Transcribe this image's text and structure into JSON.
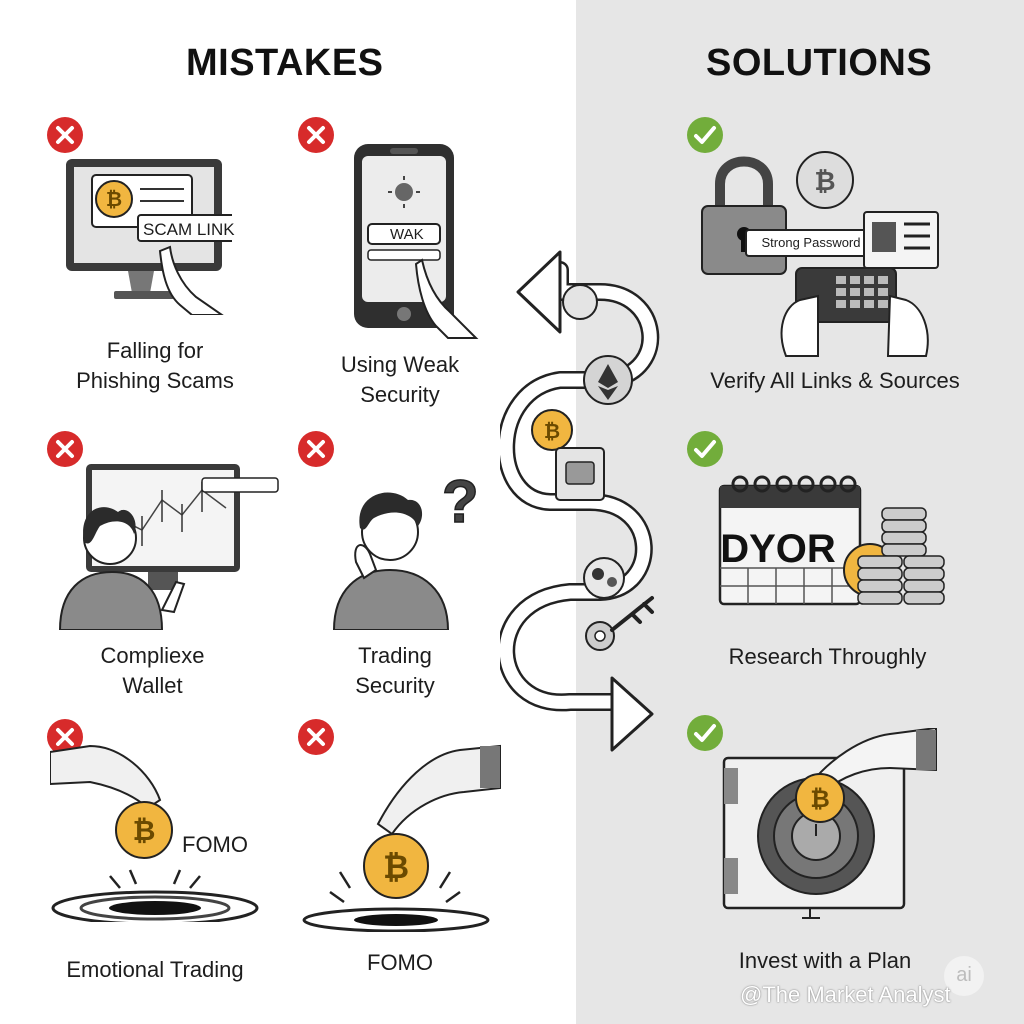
{
  "headings": {
    "mistakes": "MISTAKES",
    "solutions": "SOLUTIONS"
  },
  "mistakes": [
    {
      "label_lines": [
        "Falling for",
        "Phishing Scams"
      ],
      "callout": "SCAM LINK",
      "icon": "phishing-monitor-icon"
    },
    {
      "label_lines": [
        "Using Weak",
        "Security"
      ],
      "callout": "WAK",
      "icon": "weak-password-phone-icon"
    },
    {
      "label_lines": [
        "Compliexe",
        "Wallet"
      ],
      "callout": "",
      "icon": "trading-monitor-icon"
    },
    {
      "label_lines": [
        "Trading",
        "Security"
      ],
      "callout": "",
      "icon": "confused-person-icon"
    },
    {
      "label_lines": [
        "Emotional Trading"
      ],
      "callout": "FOMO",
      "icon": "coin-in-hole-icon"
    },
    {
      "label_lines": [
        "FOMO"
      ],
      "callout": "",
      "icon": "coin-drop-icon"
    }
  ],
  "solutions": [
    {
      "label": "Verify All Links & Sources",
      "callout": "Strong Password",
      "icon": "padlock-keypad-icon"
    },
    {
      "label": "Research Throughly",
      "callout": "DYOR",
      "icon": "calendar-coins-icon"
    },
    {
      "label": "Invest with a Plan",
      "callout": "",
      "icon": "safe-vault-icon"
    }
  ],
  "coin_symbol": "₿",
  "watermark": {
    "text": "@The Market Analyst",
    "logo": "ai"
  },
  "colors": {
    "error": "#d72b2b",
    "success": "#72ad3b",
    "coin": "#f1b640",
    "panel": "#e6e6e6"
  }
}
